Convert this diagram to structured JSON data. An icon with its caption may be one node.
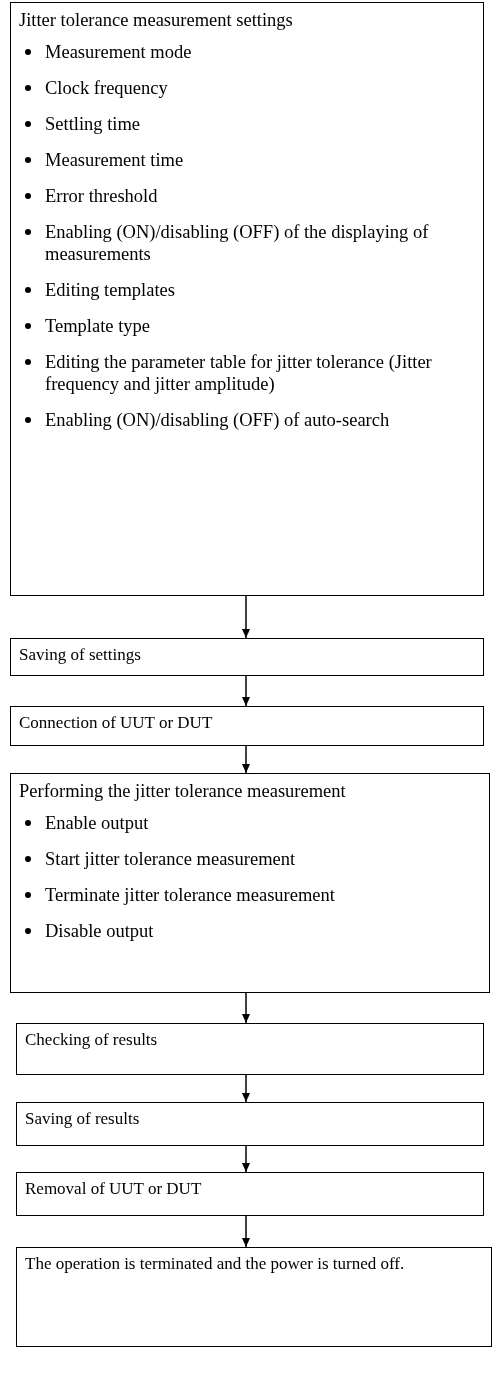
{
  "diagram": {
    "nodes": [
      {
        "text": [
          "Jitter tolerance measurement settings",
          "Measurement mode",
          "Clock frequency",
          "Settling time",
          "Measurement time",
          "Error threshold",
          "Enabling (ON)/disabling (OFF) of the displaying of measurements",
          "Editing templates",
          "Template type",
          "Editing the parameter table for jitter tolerance (Jitter frequency and jitter amplitude)",
          "Enabling (ON)/disabling (OFF) of auto-search"
        ]
      },
      {
        "text": [
          "Saving of settings"
        ]
      },
      {
        "text": [
          "Connection of UUT or DUT"
        ]
      },
      {
        "text": [
          "Performing the jitter tolerance measurement",
          "Enable output",
          "Start jitter tolerance measurement",
          "Terminate jitter tolerance measurement",
          "Disable output"
        ]
      },
      {
        "text": [
          "Checking of results"
        ]
      },
      {
        "text": [
          "Saving of results"
        ]
      },
      {
        "text": [
          "Removal of UUT or DUT"
        ]
      },
      {
        "text": [
          "The operation is terminated and the power is turned off."
        ]
      }
    ],
    "edges": [
      {
        "from": 0,
        "to": 1,
        "arrow": "to"
      },
      {
        "from": 1,
        "to": 2,
        "arrow": "to"
      },
      {
        "from": 2,
        "to": 3,
        "arrow": "to"
      },
      {
        "from": 3,
        "to": 4,
        "arrow": "to"
      },
      {
        "from": 4,
        "to": 5,
        "arrow": "to"
      },
      {
        "from": 5,
        "to": 6,
        "arrow": "to"
      },
      {
        "from": 6,
        "to": 7,
        "arrow": "to"
      }
    ]
  }
}
